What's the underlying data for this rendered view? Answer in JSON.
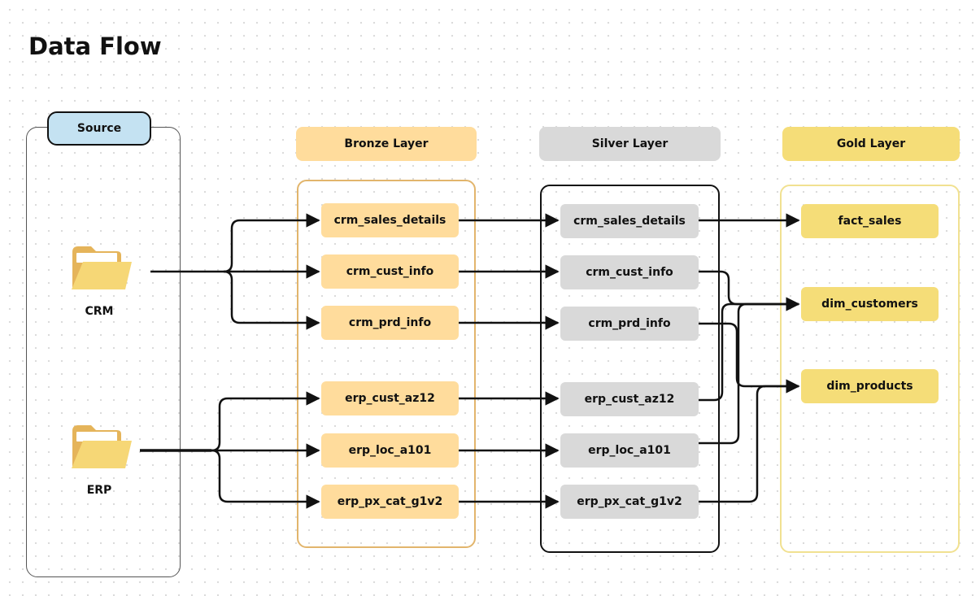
{
  "page": {
    "title": "Data Flow"
  },
  "layers": {
    "source": "Source",
    "bronze": "Bronze Layer",
    "silver": "Silver Layer",
    "gold": "Gold Layer"
  },
  "sources": [
    {
      "label": "CRM",
      "icon": "folder-icon"
    },
    {
      "label": "ERP",
      "icon": "folder-icon"
    }
  ],
  "bronze_tables": [
    "crm_sales_details",
    "crm_cust_info",
    "crm_prd_info",
    "erp_cust_az12",
    "erp_loc_a101",
    "erp_px_cat_g1v2"
  ],
  "silver_tables": [
    "crm_sales_details",
    "crm_cust_info",
    "crm_prd_info",
    "erp_cust_az12",
    "erp_loc_a101",
    "erp_px_cat_g1v2"
  ],
  "gold_tables": [
    "fact_sales",
    "dim_customers",
    "dim_products"
  ],
  "colors": {
    "source_pill": "#c4e2f2",
    "bronze": "#ffdc9c",
    "bronze_border": "#e2b56c",
    "silver": "#d9d9d9",
    "gold": "#f5dd78",
    "gold_border": "#f1e191",
    "folder": "#f6d776"
  }
}
